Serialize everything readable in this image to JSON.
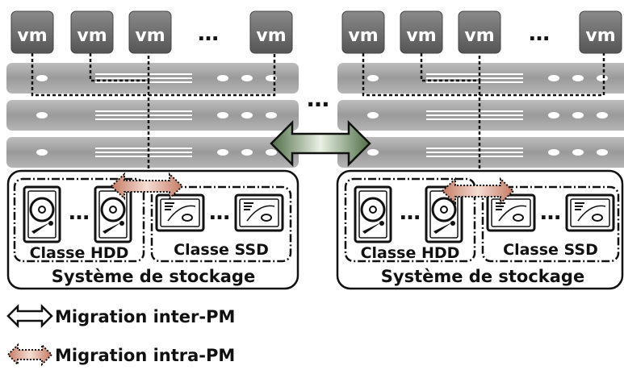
{
  "vm_label": "vm",
  "ellipsis": "…",
  "left_pm": {
    "hdd_class_label": "Classe HDD",
    "ssd_class_label": "Classe SSD",
    "storage_label": "Système de stockage"
  },
  "right_pm": {
    "hdd_class_label": "Classe HDD",
    "ssd_class_label": "Classe SSD",
    "storage_label": "Système de stockage"
  },
  "legend": {
    "inter_pm": "Migration inter-PM",
    "intra_pm": "Migration intra-PM"
  },
  "colors": {
    "vm_box": "#6e6e6e",
    "server_body": "#a9a9a9",
    "inter_arrow": "#5a7a50",
    "intra_arrow": "#c9826c"
  }
}
